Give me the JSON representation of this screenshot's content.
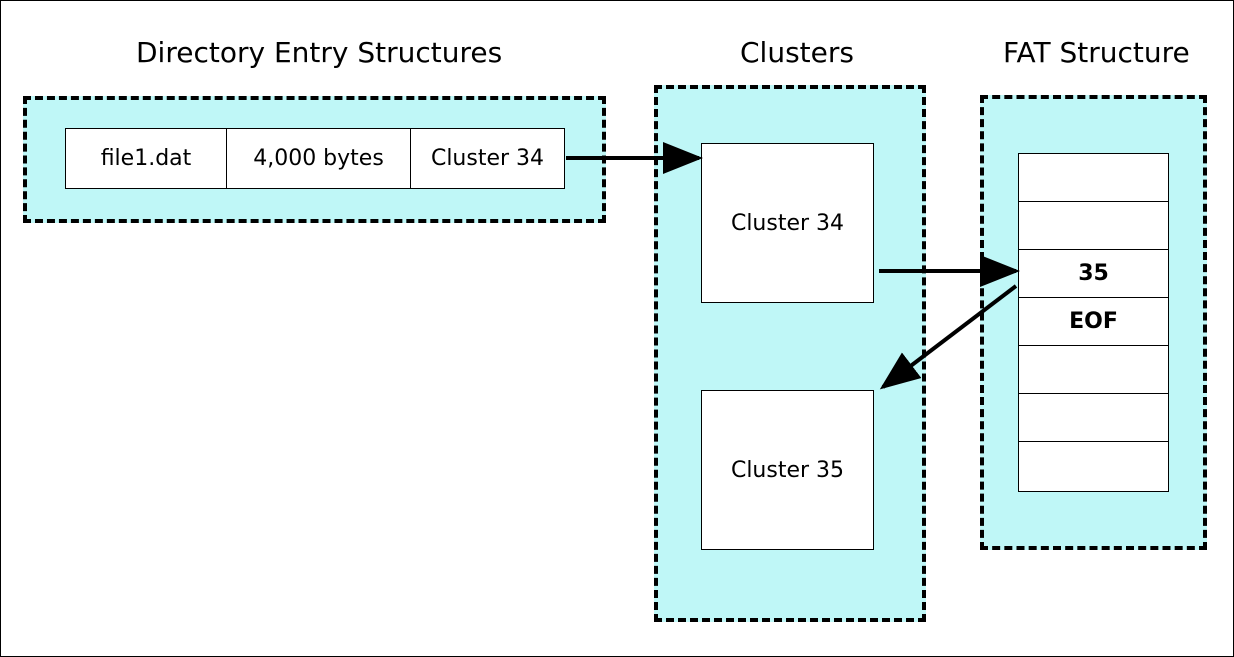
{
  "titles": {
    "directory": "Directory Entry Structures",
    "clusters": "Clusters",
    "fat": "FAT Structure"
  },
  "directory_entry": {
    "filename": "file1.dat",
    "size": "4,000 bytes",
    "start_cluster": "Cluster 34"
  },
  "clusters": [
    {
      "label": "Cluster 34"
    },
    {
      "label": "Cluster 35"
    }
  ],
  "fat_entries": [
    "",
    "",
    "35",
    "EOF",
    "",
    "",
    ""
  ],
  "colors": {
    "panel_fill": "#bff7f7",
    "outline": "#000000"
  }
}
